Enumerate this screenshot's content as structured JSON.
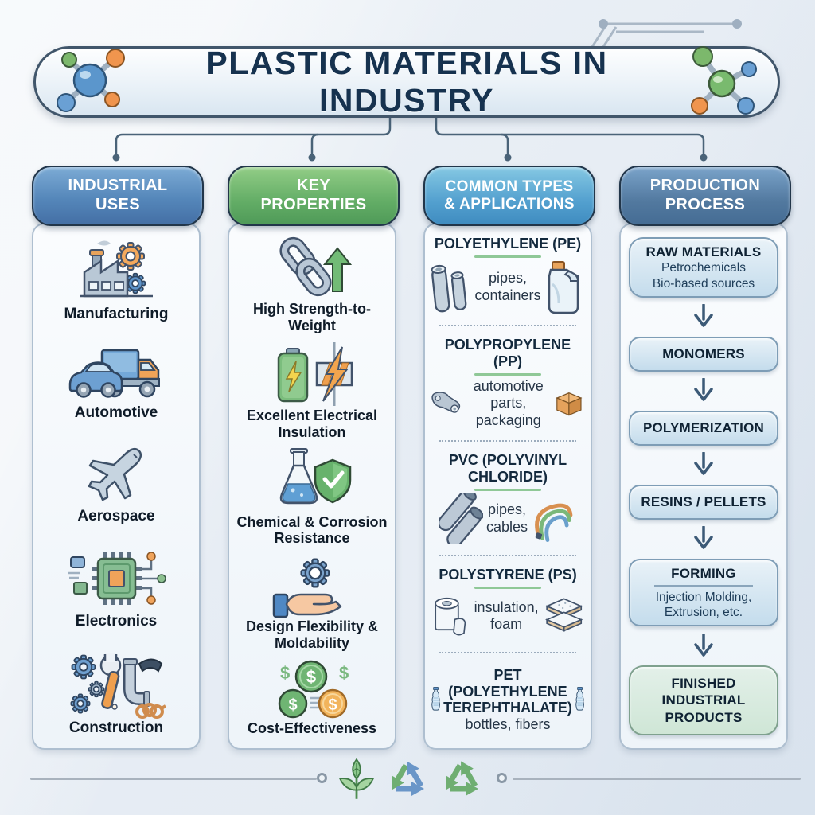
{
  "title": "PLASTIC MATERIALS IN INDUSTRY",
  "colors": {
    "title_text": "#16324f",
    "header_industrial": "#5587ba",
    "header_properties": "#63ad66",
    "header_types": "#53a0cf",
    "header_process": "#52799f",
    "accent_underline_green": "#8fc897",
    "process_box_fill": "#cfe3f0",
    "finished_box_fill": "#d8ecdb",
    "background": "#e9eef5"
  },
  "decorations": {
    "title_icon_left": "molecule-icon",
    "title_icon_right": "molecule-icon",
    "top_right": "circuit-lines",
    "footer_icons": [
      "plant-icon",
      "recycle-icon",
      "recycle-icon"
    ]
  },
  "columns": {
    "industrial_uses": {
      "header_lines": [
        "INDUSTRIAL",
        "USES"
      ],
      "items": [
        {
          "icon": "factory-icon",
          "label": "Manufacturing"
        },
        {
          "icon": "car-truck-icon",
          "label": "Automotive"
        },
        {
          "icon": "airplane-icon",
          "label": "Aerospace"
        },
        {
          "icon": "chip-icon",
          "label": "Electronics"
        },
        {
          "icon": "tools-icon",
          "label": "Construction"
        }
      ]
    },
    "key_properties": {
      "header_lines": [
        "KEY",
        "PROPERTIES"
      ],
      "items": [
        {
          "icon": "chain-up-arrow-icon",
          "label": "High Strength-to-Weight"
        },
        {
          "icon": "battery-insulator-icon",
          "label": "Excellent Electrical Insulation"
        },
        {
          "icon": "flask-shield-icon",
          "label": "Chemical & Corrosion Resistance"
        },
        {
          "icon": "hand-gear-icon",
          "label": "Design Flexibility & Moldability"
        },
        {
          "icon": "coins-icon",
          "label": "Cost-Effectiveness"
        }
      ]
    },
    "common_types": {
      "header_lines": [
        "COMMON TYPES",
        "& APPLICATIONS"
      ],
      "sections": [
        {
          "name_lines": [
            "POLYETHYLENE (PE)"
          ],
          "app_lines": [
            "pipes,",
            "containers"
          ],
          "icon_left": "pipes-icon",
          "icon_right": "container-jug-icon"
        },
        {
          "name_lines": [
            "POLYPROPYLENE (PP)"
          ],
          "app_lines": [
            "automotive parts,",
            "packaging"
          ],
          "icon_left": "auto-part-icon",
          "icon_right": "box-icon"
        },
        {
          "name_lines": [
            "PVC (POLYVINYL",
            "CHLORIDE)"
          ],
          "app_lines": [
            "pipes,",
            "cables"
          ],
          "icon_left": "pvc-pipes-icon",
          "icon_right": "cables-icon"
        },
        {
          "name_lines": [
            "POLYSTYRENE (PS)"
          ],
          "app_lines": [
            "insulation,",
            "foam"
          ],
          "icon_left": "foam-roll-icon",
          "icon_right": "foam-sheets-icon"
        },
        {
          "name_lines": [
            "PET",
            "(POLYETHYLENE",
            "TEREPHTHALATE)"
          ],
          "app_lines": [
            "bottles, fibers"
          ],
          "icon_left": "bottle-icon",
          "icon_right": "bottle-icon"
        }
      ]
    },
    "production_process": {
      "header_lines": [
        "PRODUCTION",
        "PROCESS"
      ],
      "steps": [
        {
          "label": "RAW MATERIALS",
          "lines": [
            "Petrochemicals",
            "Bio-based sources"
          ]
        },
        {
          "label": "MONOMERS"
        },
        {
          "label": "POLYMERIZATION"
        },
        {
          "label": "RESINS / PELLETS"
        },
        {
          "label": "FORMING",
          "lines": [
            "Injection Molding,",
            "Extrusion, etc."
          ]
        },
        {
          "label": "FINISHED INDUSTRIAL PRODUCTS",
          "lines": [
            "FINISHED",
            "INDUSTRIAL",
            "PRODUCTS"
          ]
        }
      ]
    }
  }
}
